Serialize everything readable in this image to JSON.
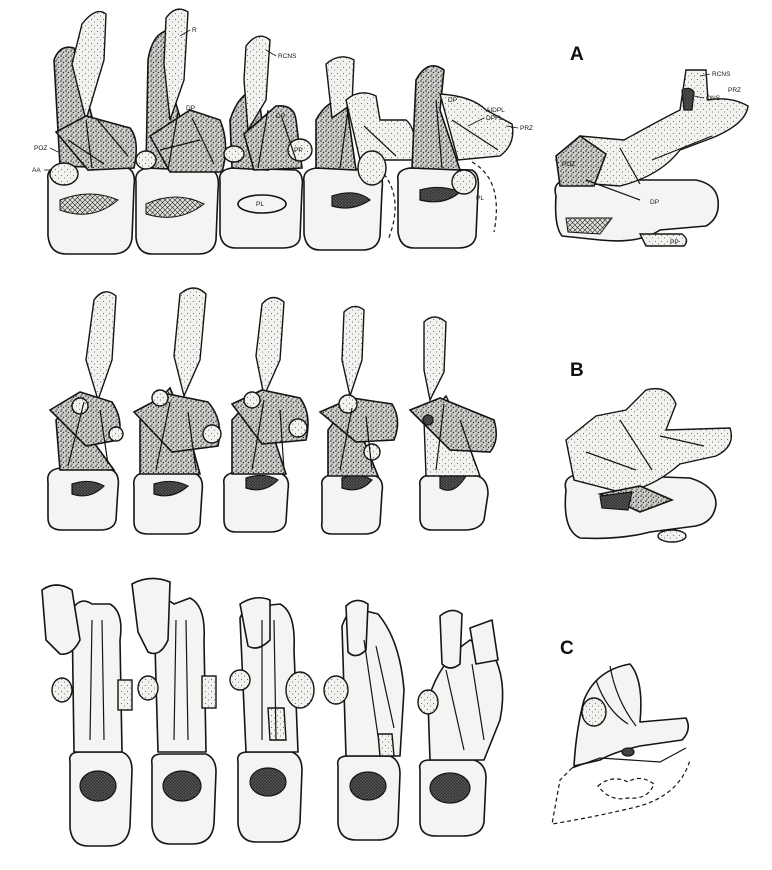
{
  "panels": {
    "a": {
      "letter": "A"
    },
    "b": {
      "letter": "B"
    },
    "c": {
      "letter": "C"
    }
  },
  "labels": {
    "r": "R",
    "rcns": "RCNS",
    "rcns_2": "RCNS",
    "dp": "DP",
    "dp_2": "DP",
    "dp_3": "DP",
    "dp_4": "DP",
    "poz": "POZ",
    "poz_2": "POZ",
    "aa": "AA",
    "pp": "PP",
    "pp_2": "PP",
    "pl": "PL",
    "pl_2": "PL",
    "aidpl": "AIDPL",
    "dpfl": "DPFL",
    "prz": "PRZ",
    "prz_2": "PRZ",
    "ons": "ONS"
  }
}
